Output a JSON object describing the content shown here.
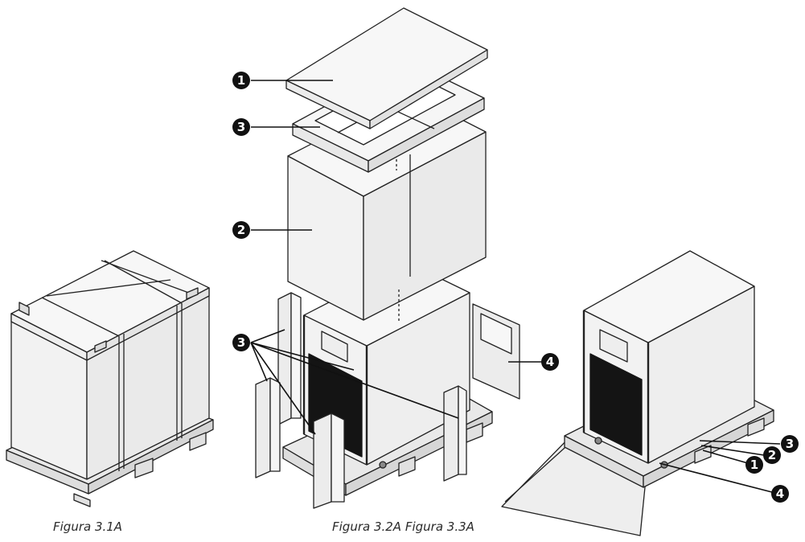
{
  "captions": {
    "figure_1": "Figura 3.1A",
    "figure_2_3": "Figura 3.2A Figura 3.3A"
  },
  "callouts": {
    "fig2_top_cover": "1",
    "fig2_foam_frame": "3",
    "fig2_sleeve": "2",
    "fig2_corner_posts": "3",
    "fig2_ramp": "4",
    "fig3_item_1": "1",
    "fig3_item_2": "2",
    "fig3_item_3": "3",
    "fig3_item_4": "4"
  },
  "colors": {
    "line": "#222222",
    "face_light": "#f4f4f4",
    "face_mid": "#e9e9e9",
    "face_dark": "#dedede",
    "grille": "#141414",
    "callout": "#111111"
  }
}
